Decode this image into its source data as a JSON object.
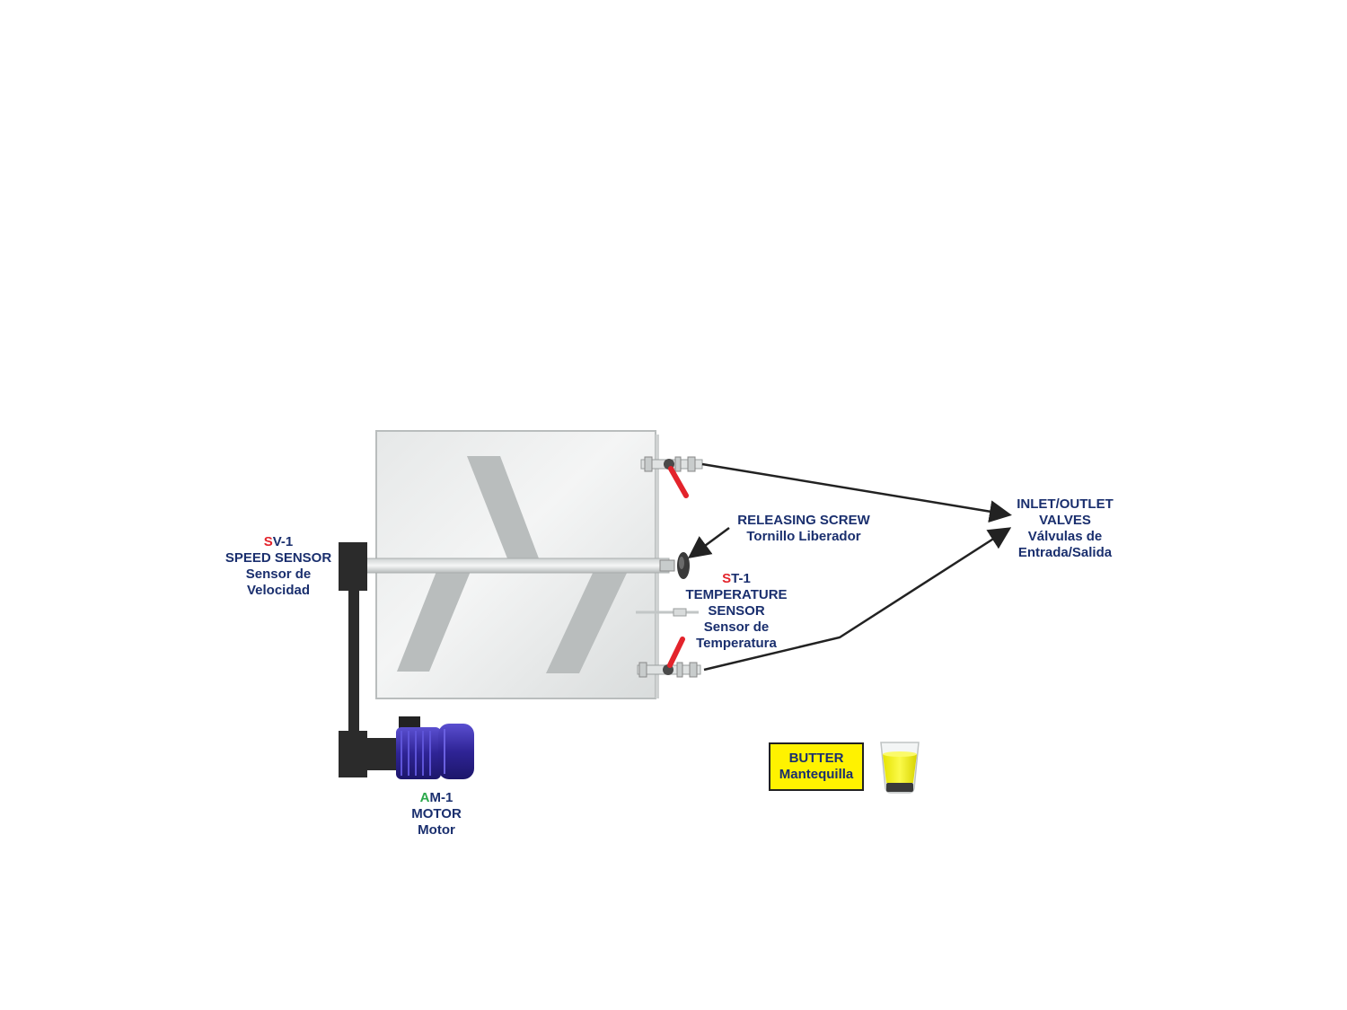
{
  "labels": {
    "speed_sensor": {
      "tag_letter": "S",
      "tag_rest": "V-1",
      "name_en": "SPEED SENSOR",
      "name_es_1": "Sensor de",
      "name_es_2": "Velocidad"
    },
    "releasing_screw": {
      "name_en": "RELEASING SCREW",
      "name_es": "Tornillo Liberador"
    },
    "temperature_sensor": {
      "tag_letter": "S",
      "tag_rest": "T-1",
      "name_en_1": "TEMPERATURE",
      "name_en_2": "SENSOR",
      "name_es_1": "Sensor de",
      "name_es_2": "Temperatura"
    },
    "valves": {
      "name_en_1": "INLET/OUTLET",
      "name_en_2": "VALVES",
      "name_es_1": "Válvulas de",
      "name_es_2": "Entrada/Salida"
    },
    "motor": {
      "tag_letter": "A",
      "tag_rest": "M-1",
      "name_en": "MOTOR",
      "name_es": "Motor"
    }
  },
  "legend": {
    "name_en": "BUTTER",
    "name_es": "Mantequilla",
    "color": "#fff200"
  },
  "colors": {
    "text": "#1a2f6e",
    "sensor_letter": "#e3232b",
    "actuator_letter": "#2aa84a",
    "valve_handle": "#e3232b",
    "motor_body": "#3a2fa0",
    "belt": "#2b2b2b"
  }
}
